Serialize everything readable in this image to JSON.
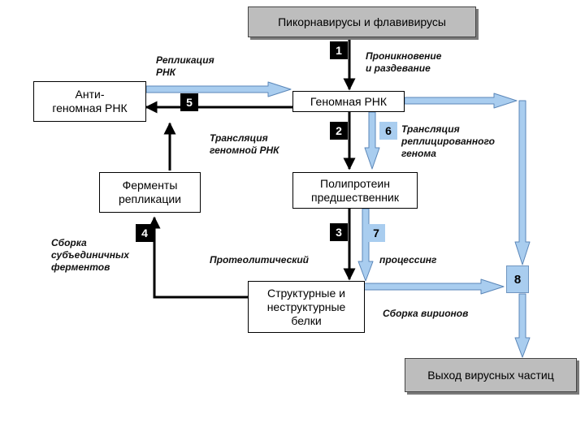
{
  "boxes": {
    "top": "Пикорнавирусы и флавивирусы",
    "antigenomic_line1": "Анти-",
    "antigenomic_line2": "геномная РНК",
    "genomic": "Геномная РНК",
    "enzymes_line1": "Ферменты",
    "enzymes_line2": "репликации",
    "polyprotein_line1": "Полипротеин",
    "polyprotein_line2": "предшественник",
    "proteins_line1": "Структурные и",
    "proteins_line2": "неструктурные",
    "proteins_line3": "белки",
    "exit": "Выход вирусных частиц"
  },
  "steps": [
    "1",
    "2",
    "3",
    "4",
    "5",
    "6",
    "7",
    "8"
  ],
  "labels": {
    "entry_line1": "Проникновение",
    "entry_line2": "и раздевание",
    "replication_line1": "Репликация",
    "replication_line2": "РНК",
    "translation_line1": "Трансляция",
    "translation_line2": "геномной РНК",
    "translation_repl_line1": "Трансляция",
    "translation_repl_line2": "реплицированного",
    "translation_repl_line3": "генома",
    "assembly_sub_line1": "Сборка",
    "assembly_sub_line2": "субъединичных",
    "assembly_sub_line3": "ферментов",
    "proteolytic": "Протеолитический",
    "processing": "процессинг",
    "virion_assembly": "Сборка вирионов"
  },
  "colors": {
    "arrow_dark": "#000000",
    "arrow_light": "#a9cdef",
    "arrow_light_edge": "#5a86b8",
    "box_gray": "#bdbdbd"
  }
}
